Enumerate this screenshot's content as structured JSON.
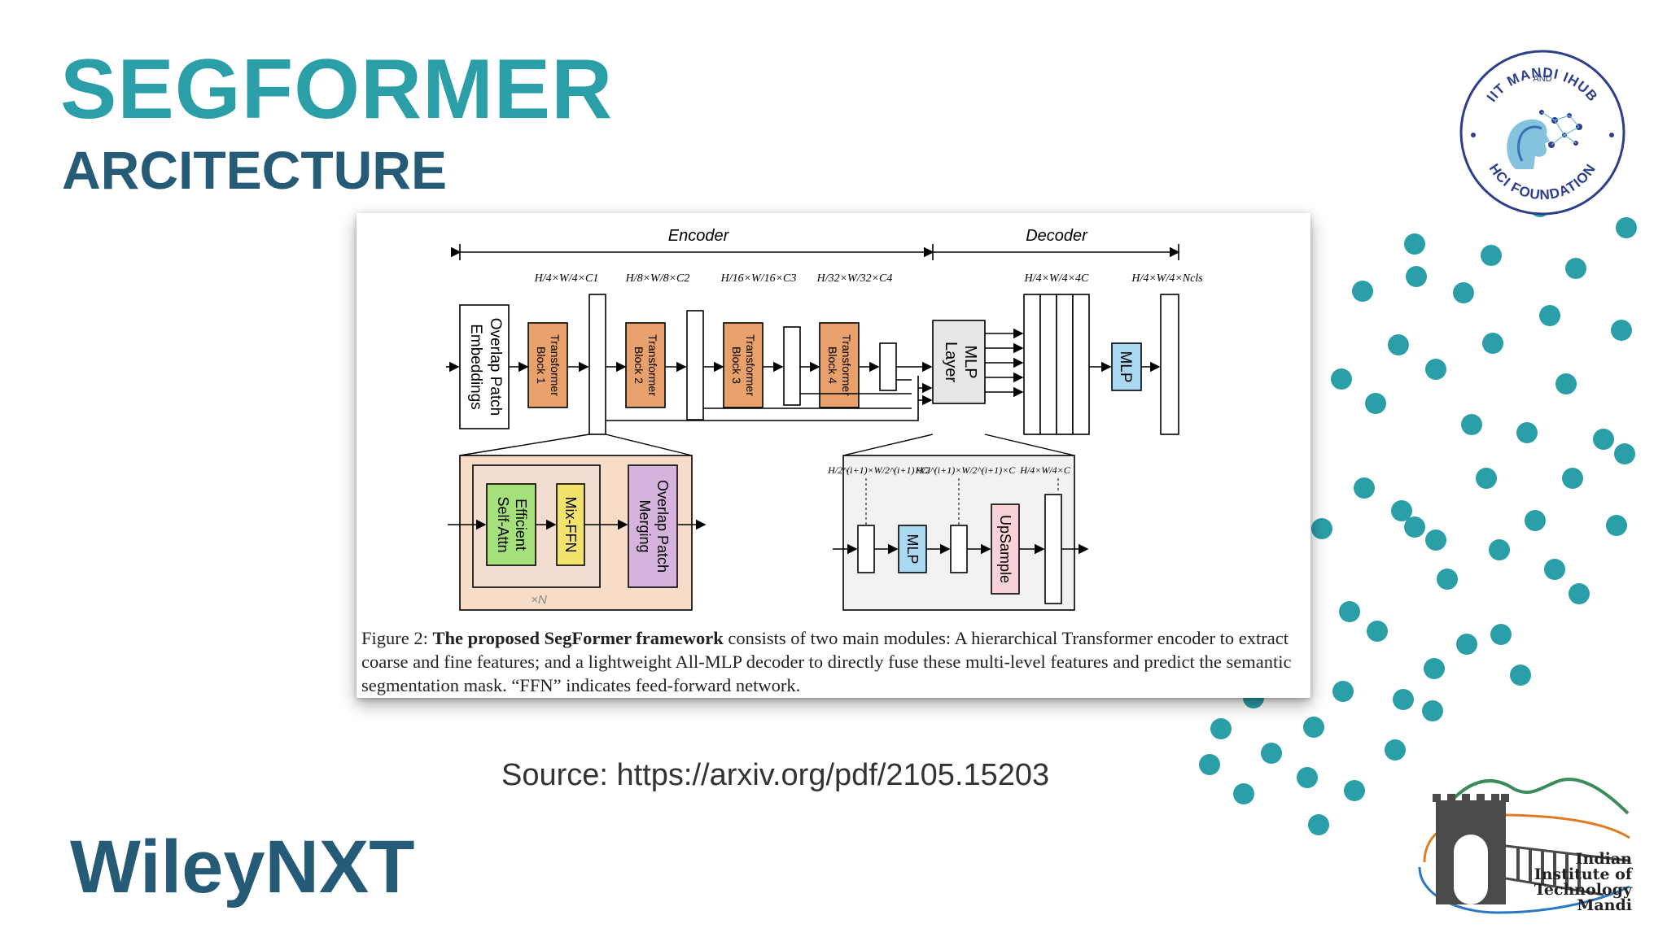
{
  "slide": {
    "title": "SEGFORMER",
    "subtitle": "ARCITECTURE",
    "source": "Source: https://arxiv.org/pdf/2105.15203",
    "brand": "WileyNXT"
  },
  "logos": {
    "top_right": {
      "text_top": "IIT MANDI IHUB",
      "text_mid": "AND",
      "text_bottom": "HCI FOUNDATION"
    },
    "bottom_right": {
      "lines": [
        "Indian",
        "Institute of",
        "Technology",
        "Mandi"
      ]
    }
  },
  "figure": {
    "encoder_label": "Encoder",
    "decoder_label": "Decoder",
    "overlap_embed": [
      "Overlap Patch",
      "Embeddings"
    ],
    "blocks": [
      {
        "line1": "Transformer",
        "line2": "Block 1"
      },
      {
        "line1": "Transformer",
        "line2": "Block 2"
      },
      {
        "line1": "Transformer",
        "line2": "Block 3"
      },
      {
        "line1": "Transformer",
        "line2": "Block 4"
      }
    ],
    "dims": [
      "H/4×W/4×C1",
      "H/8×W/8×C2",
      "H/16×W/16×C3",
      "H/32×W/32×C4",
      "H/4×W/4×4C",
      "H/4×W/4×Ncls"
    ],
    "mlp_layer": [
      "MLP",
      "Layer"
    ],
    "mlp": "MLP",
    "detail_encoder": {
      "efficient": [
        "Efficient",
        "Self-Attn"
      ],
      "mixffn": "Mix-FFN",
      "merging": [
        "Overlap Patch",
        "Merging"
      ],
      "repeat": "×N"
    },
    "detail_decoder": {
      "dims": [
        "H/2^(i+1)×W/2^(i+1)×Ci",
        "H/2^(i+1)×W/2^(i+1)×C",
        "H/4×W/4×C"
      ],
      "mlp": "MLP",
      "upsample": "UpSample"
    },
    "caption": {
      "prefix": "Figure 2: ",
      "bold": "The proposed SegFormer framework",
      "rest": " consists of two main modules: A hierarchical Transformer encoder to extract coarse and fine features; and a lightweight All-MLP decoder to directly fuse these multi-level features and predict the semantic segmentation mask. “FFN” indicates feed-forward network."
    }
  },
  "colors": {
    "title": "#2a9fa8",
    "subtitle": "#265b78",
    "dots": "#2a9fa8",
    "transformer_block": "#e8a06c",
    "mlp": "#a9d8f0",
    "efficient": "#a6e07a",
    "mixffn": "#f3e36b",
    "merging": "#d6b3dd",
    "upsample": "#f7d2d6",
    "encoder_detail_bg": "#f7dcc8"
  }
}
